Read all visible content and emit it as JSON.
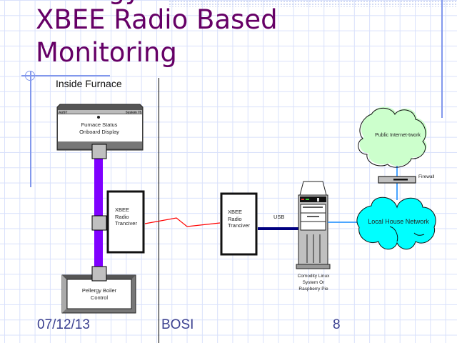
{
  "slide": {
    "title_cut_line": "Pellergy",
    "title_line1": "XBEE Radio Based",
    "title_line2": "Monitoring",
    "section_label": "Inside Furnace"
  },
  "diagram": {
    "furnace_display": {
      "line1": "Furnace Status",
      "line2": "Onboard Display",
      "left_tag": "AUST",
      "right_tag": "System 75"
    },
    "xbee_left": {
      "line1": "XBEE",
      "line2": "Radio",
      "line3": "Tranciver"
    },
    "boiler_control": {
      "line1": "Pellergy Boiler",
      "line2": "Control"
    },
    "xbee_right": {
      "line1": "XBEE",
      "line2": "Radio",
      "line3": "Tranciver"
    },
    "usb_label": "USB",
    "computer": {
      "line1": "Comodity Linux",
      "line2": "System Or",
      "line3": "Raspberry Pie"
    },
    "public_cloud": "Public Internet-twork",
    "firewall": "Firewall",
    "local_cloud": "Local House Network",
    "colors": {
      "bus": "#7f00ff",
      "usb": "#000080",
      "radio_link": "#ff0000",
      "net_link": "#3399ff",
      "public_cloud": "#ccffcc",
      "local_cloud": "#00ffff"
    }
  },
  "footer": {
    "date": "07/12/13",
    "org": "BOSI",
    "page": "8"
  }
}
